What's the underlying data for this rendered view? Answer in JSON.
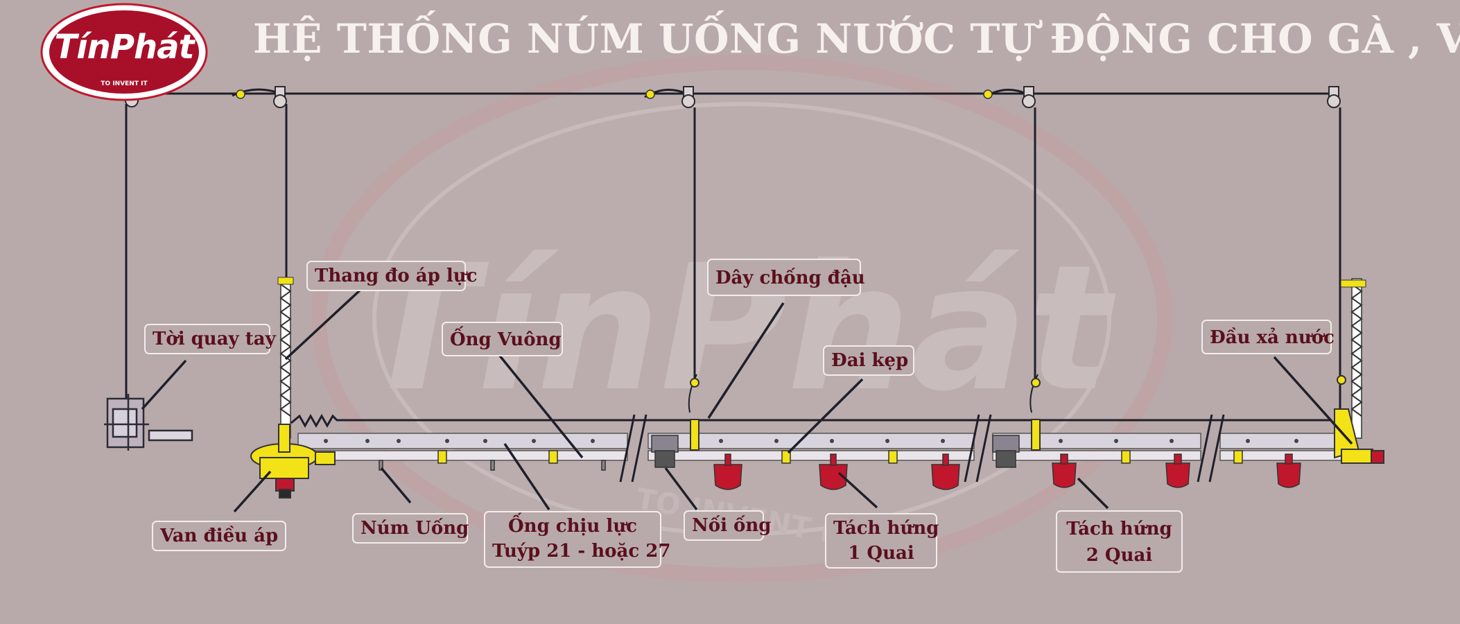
{
  "title": "HỆ THỐNG NÚM UỐNG NƯỚC TỰ ĐỘNG CHO GÀ , VỊT",
  "logo": {
    "brand": "TínPhát",
    "tagline": "TO INVENT IT"
  },
  "watermark": {
    "brand": "TínPhát",
    "tagline": "TO INVENT IT"
  },
  "labels": {
    "toi_quay_tay": "Tời quay tay",
    "thang_do_ap_luc": "Thang đo áp lực",
    "ong_vuong": "Ống Vuông",
    "day_chong_dau": "Dây chống đậu",
    "dai_kep": "Đai kẹp",
    "dau_xa_nuoc": "Đầu xả nước",
    "van_dieu_ap": "Van điều áp",
    "num_uong": "Núm Uống",
    "ong_chiu_luc_1": "Ống chịu lực",
    "ong_chiu_luc_2": "Tuýp 21 - hoặc 27",
    "noi_ong": "Nối ống",
    "tach_hung_1_a": "Tách hứng",
    "tach_hung_1_b": "1 Quai",
    "tach_hung_2_a": "Tách hứng",
    "tach_hung_2_b": "2 Quai"
  },
  "colors": {
    "background": "#b8aaaa",
    "label_text": "#5a0f1c",
    "yellow": "#f2e217",
    "red": "#c0172d",
    "title": "#f7f1ee"
  }
}
